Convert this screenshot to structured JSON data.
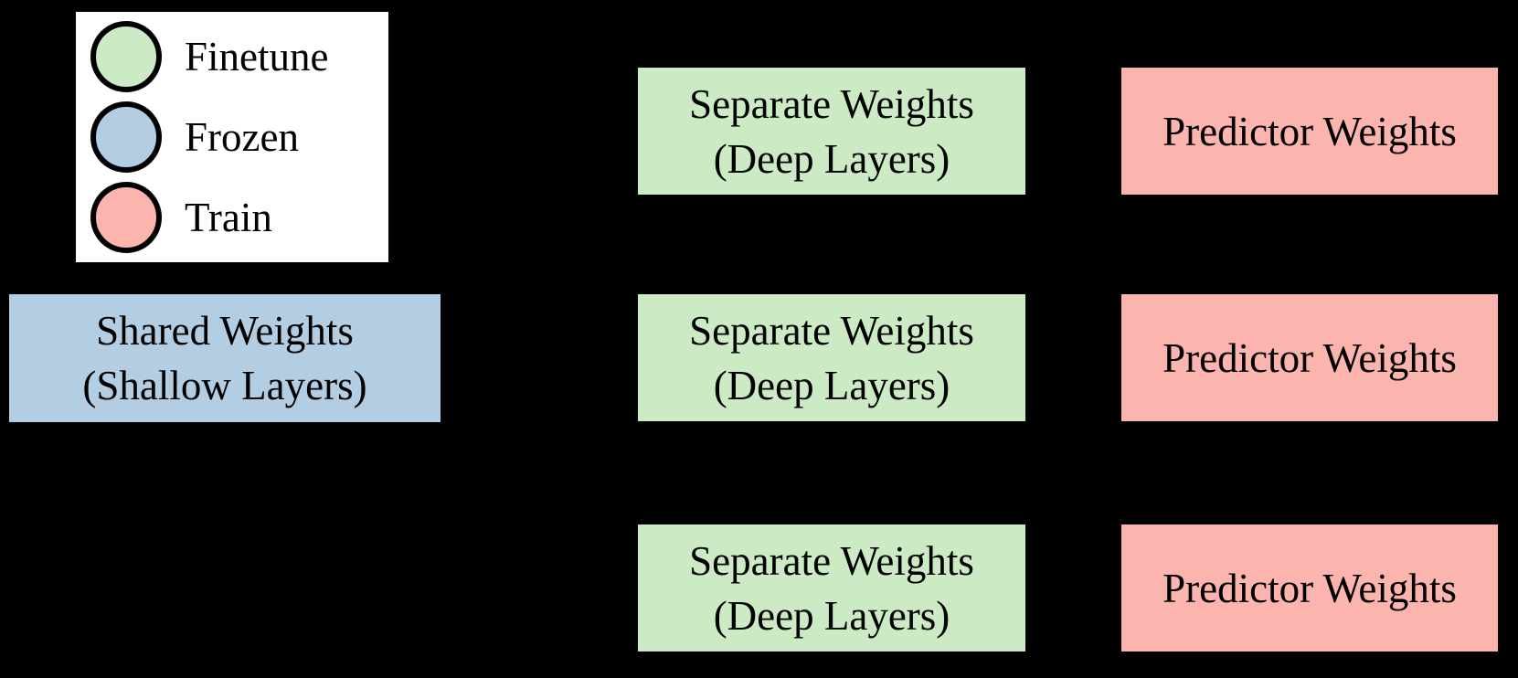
{
  "legend": {
    "items": [
      {
        "label": "Finetune",
        "color": "#ccebc5"
      },
      {
        "label": "Frozen",
        "color": "#b3cde3"
      },
      {
        "label": "Train",
        "color": "#fbb4ae"
      }
    ]
  },
  "nodes": {
    "shared": {
      "line1": "Shared Weights",
      "line2": "(Shallow Layers)",
      "color": "#b3cde3",
      "state": "Frozen"
    },
    "branches": [
      {
        "separate": {
          "line1": "Separate Weights",
          "line2": "(Deep Layers)",
          "color": "#ccebc5",
          "state": "Finetune"
        },
        "predictor": {
          "label": "Predictor Weights",
          "color": "#fbb4ae",
          "state": "Train"
        }
      },
      {
        "separate": {
          "line1": "Separate Weights",
          "line2": "(Deep Layers)",
          "color": "#ccebc5",
          "state": "Finetune"
        },
        "predictor": {
          "label": "Predictor Weights",
          "color": "#fbb4ae",
          "state": "Train"
        }
      },
      {
        "separate": {
          "line1": "Separate Weights",
          "line2": "(Deep Layers)",
          "color": "#ccebc5",
          "state": "Finetune"
        },
        "predictor": {
          "label": "Predictor Weights",
          "color": "#fbb4ae",
          "state": "Train"
        }
      }
    ]
  },
  "colors": {
    "background": "#000000",
    "legend_background": "#ffffff",
    "text": "#000000",
    "circle_border": "#000000"
  }
}
